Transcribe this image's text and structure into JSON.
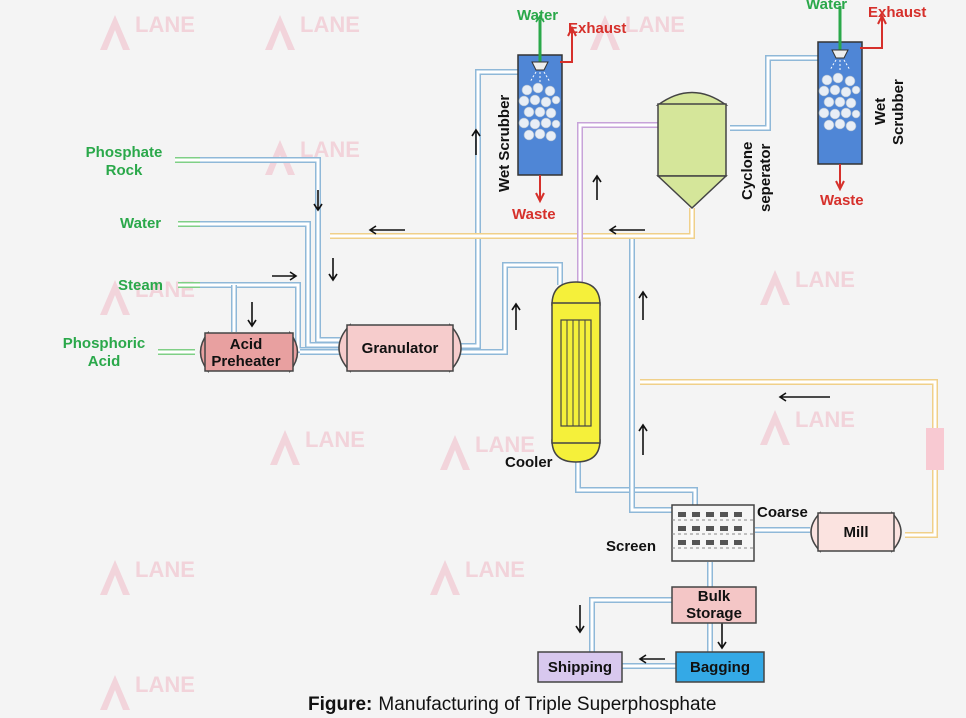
{
  "feeds": {
    "phosphate_rock": [
      "Phosphate",
      "Rock"
    ],
    "water": "Water",
    "steam": "Steam",
    "phosphoric_acid": [
      "Phosphoric",
      "Acid"
    ]
  },
  "equipment": {
    "acid_preheater": [
      "Acid",
      "Preheater"
    ],
    "granulator": "Granulator",
    "cooler": "Cooler",
    "cyclone_separator": [
      "Cyclone",
      "seperator"
    ],
    "wet_scrubber_1": "Wet Scrubber",
    "wet_scrubber_2": [
      "Wet",
      "Scrubber"
    ],
    "screen": "Screen",
    "coarse": "Coarse",
    "mill": "Mill",
    "bulk_storage": [
      "Bulk",
      "Storage"
    ],
    "bagging": "Bagging",
    "shipping": "Shipping"
  },
  "streams": {
    "scrubber1_water": "Water",
    "scrubber1_exhaust": "Exhaust",
    "scrubber1_waste": "Waste",
    "scrubber2_water": "Water",
    "scrubber2_exhaust": "Exhaust",
    "scrubber2_waste": "Waste"
  },
  "caption": {
    "prefix": "Figure:",
    "text": "Manufacturing of Triple Superphosphate"
  },
  "watermark": {
    "brand": "LANE"
  },
  "colors": {
    "feed_text": "#2aa84a",
    "outlet_text": "#d6302b",
    "pipe_blue": "#8fb8d8",
    "pipe_yellow": "#f0d08a",
    "pipe_purple": "#c7a3d9",
    "preheater_fill": "#e8a0a0",
    "granulator_fill": "#f6cccc",
    "cooler_fill": "#f5f03a",
    "cyclone_fill": "#d5e69a",
    "scrubber_fill": "#4f86d6",
    "bagging_fill": "#34a9e6",
    "shipping_fill": "#d8c8ee"
  }
}
